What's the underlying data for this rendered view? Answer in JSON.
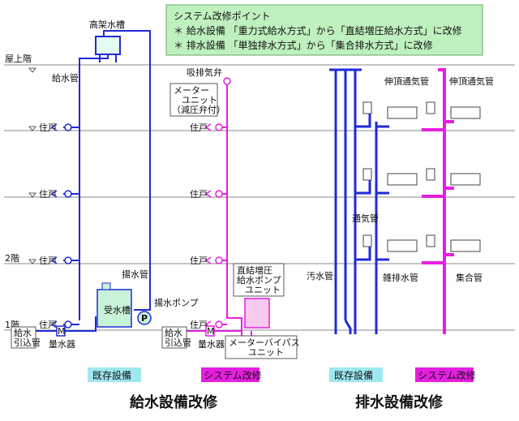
{
  "notice": {
    "title": "システム改修ポイント",
    "line1": "＊ 給水設備 「重力式給水方式」から「直結増圧給水方式」に改修",
    "line2": "＊ 排水設備 「単独排水方式」から「集合排水方式」に改修"
  },
  "floors": {
    "roof": "屋上階",
    "f2": "2階",
    "f1": "1階"
  },
  "water_existing": {
    "elevated_tank": "高架水槽",
    "supply_pipe": "給水管",
    "dwelling": "住戸",
    "lifting_pipe": "揚水管",
    "receiving_tank": "受水槽",
    "pump": "揚水ポンプ",
    "service_pipe_l1": "給水",
    "service_pipe_l2": "引込管",
    "meter": "量水器",
    "meter_symbol": "M",
    "pump_symbol": "P"
  },
  "water_new": {
    "air_valve": "吸排気弁",
    "meter_unit_l1": "メーター",
    "meter_unit_l2": "ユニット",
    "meter_unit_l3": "（減圧弁付）",
    "dwelling": "住戸",
    "booster_l1": "直結増圧",
    "booster_l2": "給水ポンプ",
    "booster_l3": "ユニット",
    "service_pipe_l1": "給水",
    "service_pipe_l2": "引込管",
    "meter": "量水器",
    "meter_symbol": "M",
    "bypass_l1": "メーターバイパス",
    "bypass_l2": "ユニット"
  },
  "drain": {
    "vent_pipe_a": "伸頂通気管",
    "vent_pipe_b": "伸頂通気管",
    "vent": "通気管",
    "soil_pipe": "汚水管",
    "misc_drain": "雑排水管",
    "collective": "集合管"
  },
  "badges": {
    "existing_water": "既存設備",
    "new_water": "システム改修",
    "existing_drain": "既存設備",
    "new_drain": "システム改修"
  },
  "captions": {
    "water": "給水設備改修",
    "drain": "排水設備改修"
  },
  "colors": {
    "existing": "#1f2bd6",
    "new": "#e61ee0",
    "notice_bg": "#bff0bf",
    "badge_bg": "#9fe8f0",
    "floor_line": "#8a8a8a"
  }
}
